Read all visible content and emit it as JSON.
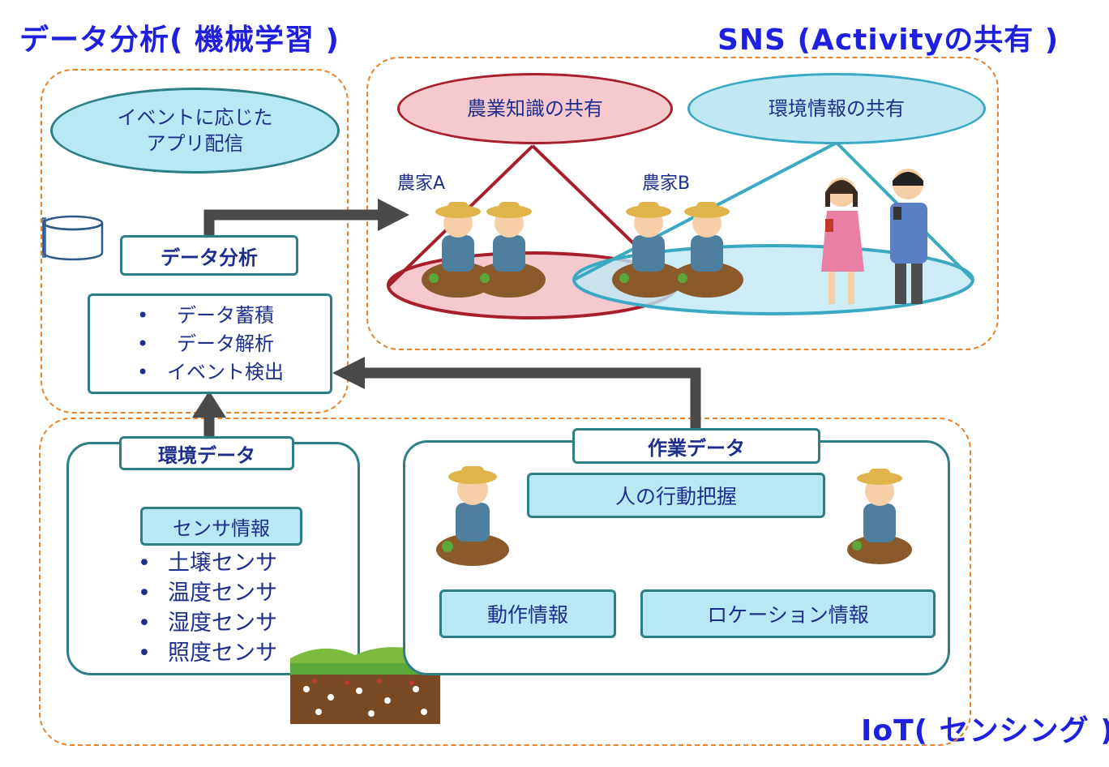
{
  "titles": {
    "data_analysis": "データ分析( 機械学習 )",
    "sns": "SNS (Activityの共有 )",
    "iot": "IoT( センシング )"
  },
  "app_delivery": "イベントに応じた\nアプリ配信",
  "data_analysis_box": "データ分析",
  "processing_list": [
    "データ蓄積",
    "データ解析",
    "イベント検出"
  ],
  "sns": {
    "agri_knowledge": "農業知識の共有",
    "env_info": "環境情報の共有",
    "farmer_a": "農家A",
    "farmer_b": "農家B"
  },
  "iot": {
    "env_data": "環境データ",
    "sensor_info": "センサ情報",
    "sensors": [
      "土壌センサ",
      "温度センサ",
      "湿度センサ",
      "照度センサ"
    ],
    "work_data": "作業データ",
    "human_behavior": "人の行動把握",
    "motion_info": "動作情報",
    "location_info": "ロケーション情報"
  },
  "colors": {
    "title_blue": "#1f1fe0",
    "text_navy": "#1e2e8c",
    "dashed_orange": "#e8822b",
    "panel_teal": "#2d7f86",
    "box_cyan": "#b7e9f4",
    "knowledge_red": "#a81e2d",
    "knowledge_fill": "#f6c9cf",
    "env_teal": "#3aaac2",
    "env_fill": "#bfe8f3",
    "arrow_gray": "#4a4a4a"
  }
}
